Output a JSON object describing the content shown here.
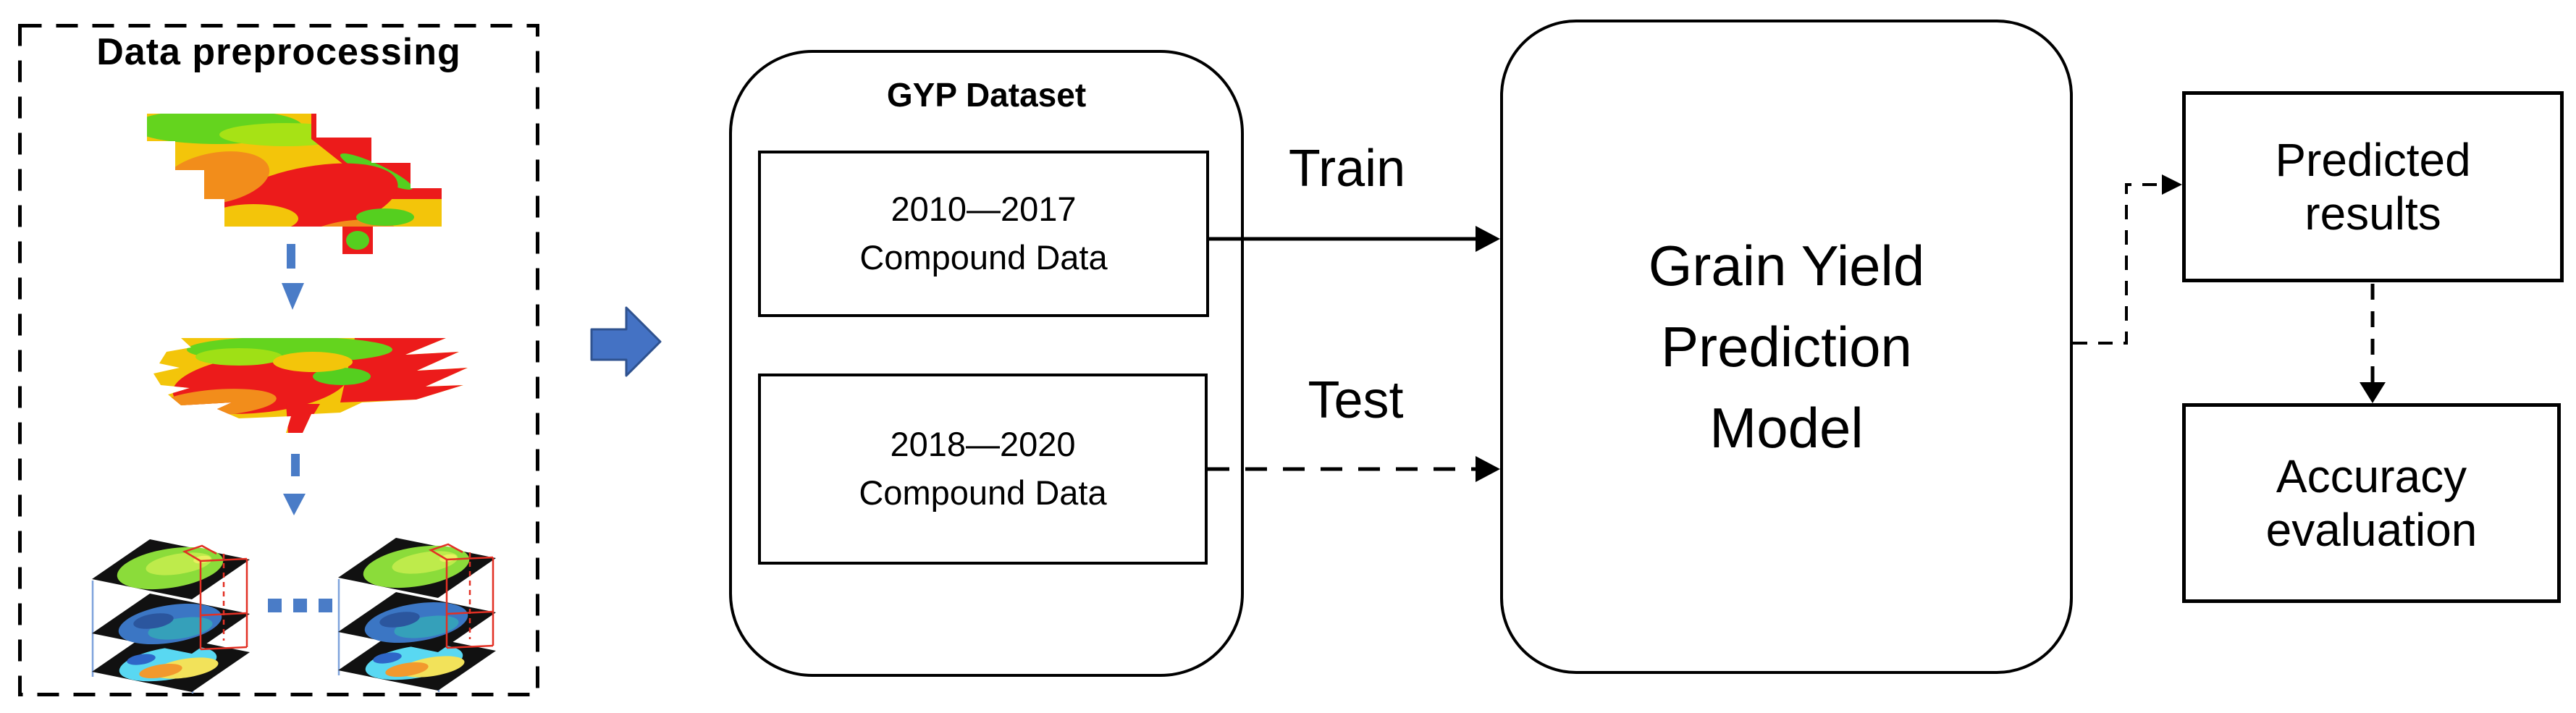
{
  "figure": {
    "preprocessing": {
      "title": "Data preprocessing"
    },
    "dataset": {
      "title": "GYP Dataset",
      "train_box": {
        "line1": "2010—2017",
        "line2": "Compound Data"
      },
      "test_box": {
        "line1": "2018—2020",
        "line2": "Compound Data"
      }
    },
    "flow": {
      "train_label": "Train",
      "test_label": "Test"
    },
    "model": {
      "line1": "Grain Yield",
      "line2": "Prediction",
      "line3": "Model"
    },
    "results": {
      "line1": "Predicted",
      "line2": "results"
    },
    "evaluation": {
      "line1": "Accuracy",
      "line2": "evaluation"
    },
    "colors": {
      "accent_blue": "#4472C4",
      "accent_blue_border": "#2F528F",
      "dashed_arrow_blue": "#4A7CC7",
      "line_black": "#000000",
      "map_red": "#EC1B1B",
      "map_gold": "#F3C50A",
      "map_orange": "#F28D1B",
      "map_green": "#64D41E",
      "cube_layer_black": "#111111",
      "cube_green": "#8BDC3A",
      "cube_blue": "#3B76C4",
      "wireframe_red": "#E23024"
    }
  }
}
